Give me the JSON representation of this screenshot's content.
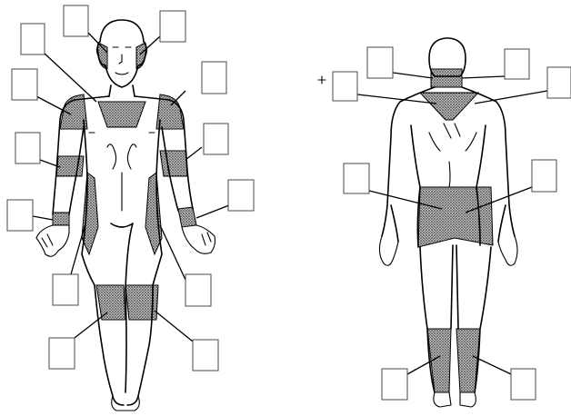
{
  "figures": [
    {
      "view": "front",
      "label_boxes": [
        {
          "id": "head-left"
        },
        {
          "id": "head-right"
        },
        {
          "id": "neck-left"
        },
        {
          "id": "upper-arm-right"
        },
        {
          "id": "shoulder-left"
        },
        {
          "id": "elbow-right"
        },
        {
          "id": "elbow-left"
        },
        {
          "id": "wrist-right"
        },
        {
          "id": "wrist-left"
        },
        {
          "id": "hip-right"
        },
        {
          "id": "hip-left"
        },
        {
          "id": "knee-left"
        },
        {
          "id": "knee-right"
        }
      ]
    },
    {
      "view": "back",
      "label_boxes": [
        {
          "id": "neck-left"
        },
        {
          "id": "neck-right"
        },
        {
          "id": "upper-back-left"
        },
        {
          "id": "upper-back-right"
        },
        {
          "id": "lower-back-left"
        },
        {
          "id": "lower-back-right"
        },
        {
          "id": "ankle-left"
        },
        {
          "id": "ankle-right"
        }
      ]
    }
  ],
  "colors": {
    "shading": "#000000",
    "outline": "#000000",
    "box_border": "#4a4a4a",
    "background": "#ffffff"
  }
}
